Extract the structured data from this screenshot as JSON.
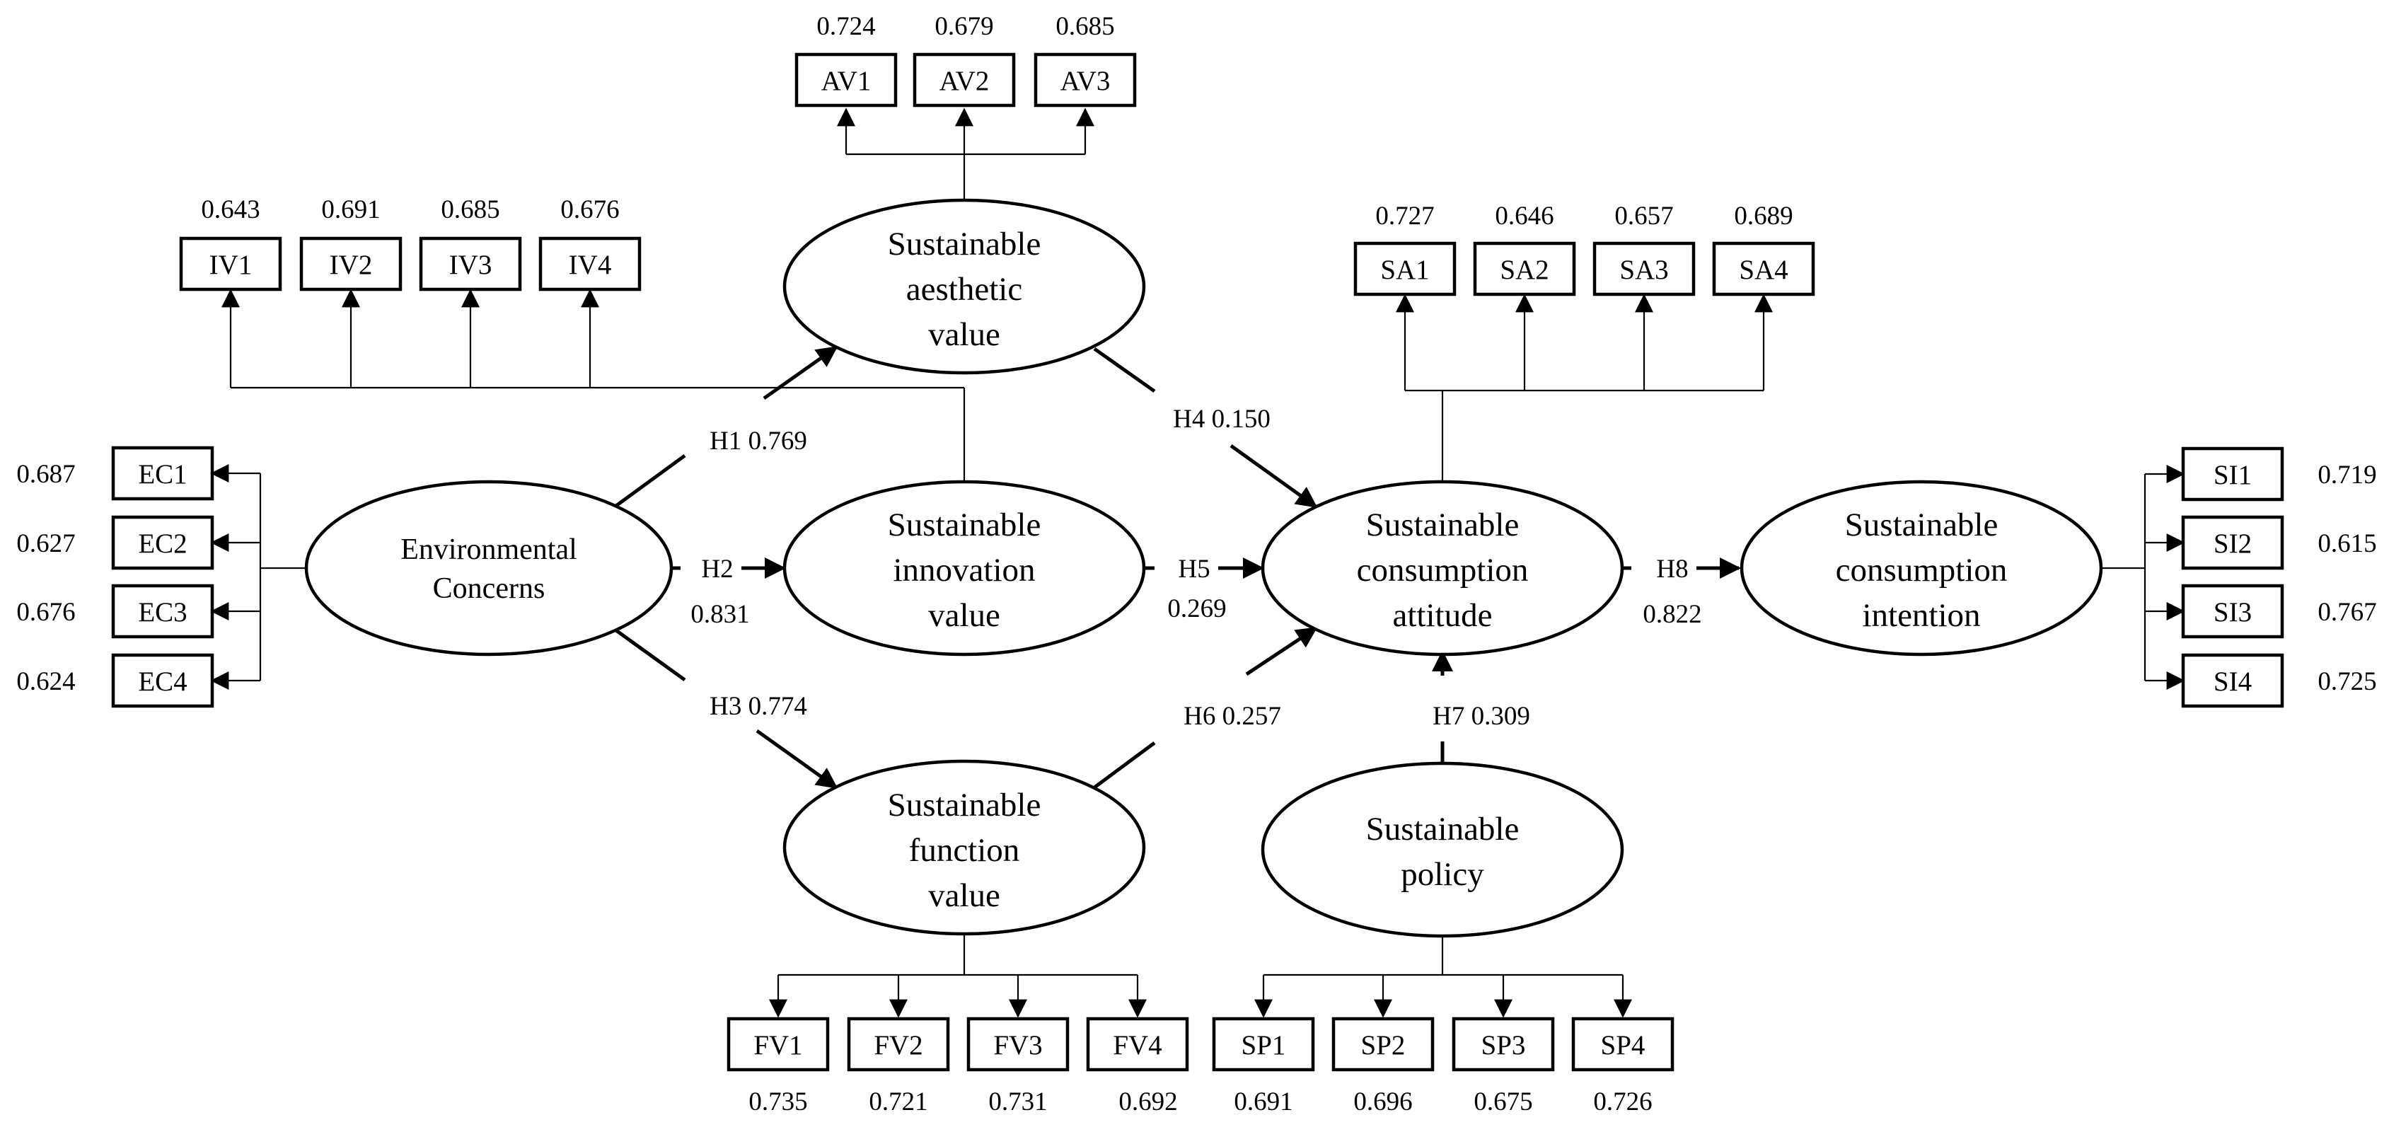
{
  "latent": {
    "EC": [
      "Environmental",
      "Concerns"
    ],
    "AV": [
      "Sustainable",
      "aesthetic",
      "value"
    ],
    "IV": [
      "Sustainable",
      "innovation",
      "value"
    ],
    "FV": [
      "Sustainable",
      "function",
      "value"
    ],
    "SA": [
      "Sustainable",
      "consumption",
      "attitude"
    ],
    "SP": [
      "Sustainable",
      "policy"
    ],
    "SI": [
      "Sustainable",
      "consumption",
      "intention"
    ]
  },
  "indicators": {
    "AV": [
      {
        "label": "AV1",
        "loading": "0.724"
      },
      {
        "label": "AV2",
        "loading": "0.679"
      },
      {
        "label": "AV3",
        "loading": "0.685"
      }
    ],
    "IV": [
      {
        "label": "IV1",
        "loading": "0.643"
      },
      {
        "label": "IV2",
        "loading": "0.691"
      },
      {
        "label": "IV3",
        "loading": "0.685"
      },
      {
        "label": "IV4",
        "loading": "0.676"
      }
    ],
    "SA": [
      {
        "label": "SA1",
        "loading": "0.727"
      },
      {
        "label": "SA2",
        "loading": "0.646"
      },
      {
        "label": "SA3",
        "loading": "0.657"
      },
      {
        "label": "SA4",
        "loading": "0.689"
      }
    ],
    "EC": [
      {
        "label": "EC1",
        "loading": "0.687"
      },
      {
        "label": "EC2",
        "loading": "0.627"
      },
      {
        "label": "EC3",
        "loading": "0.676"
      },
      {
        "label": "EC4",
        "loading": "0.624"
      }
    ],
    "SI": [
      {
        "label": "SI1",
        "loading": "0.719"
      },
      {
        "label": "SI2",
        "loading": "0.615"
      },
      {
        "label": "SI3",
        "loading": "0.767"
      },
      {
        "label": "SI4",
        "loading": "0.725"
      }
    ],
    "FV": [
      {
        "label": "FV1",
        "loading": "0.735"
      },
      {
        "label": "FV2",
        "loading": "0.721"
      },
      {
        "label": "FV3",
        "loading": "0.731"
      },
      {
        "label": "FV4",
        "loading": "0.692"
      }
    ],
    "SP": [
      {
        "label": "SP1",
        "loading": "0.691"
      },
      {
        "label": "SP2",
        "loading": "0.696"
      },
      {
        "label": "SP3",
        "loading": "0.675"
      },
      {
        "label": "SP4",
        "loading": "0.726"
      }
    ]
  },
  "paths": {
    "H1": {
      "label": "H1 0.769"
    },
    "H2": {
      "label": "H2",
      "coef": "0.831"
    },
    "H3": {
      "label": "H3 0.774"
    },
    "H4": {
      "label": "H4 0.150"
    },
    "H5": {
      "label": "H5",
      "coef": "0.269"
    },
    "H6": {
      "label": "H6 0.257"
    },
    "H7": {
      "label": "H7 0.309"
    },
    "H8": {
      "label": "H8",
      "coef": "0.822"
    }
  }
}
